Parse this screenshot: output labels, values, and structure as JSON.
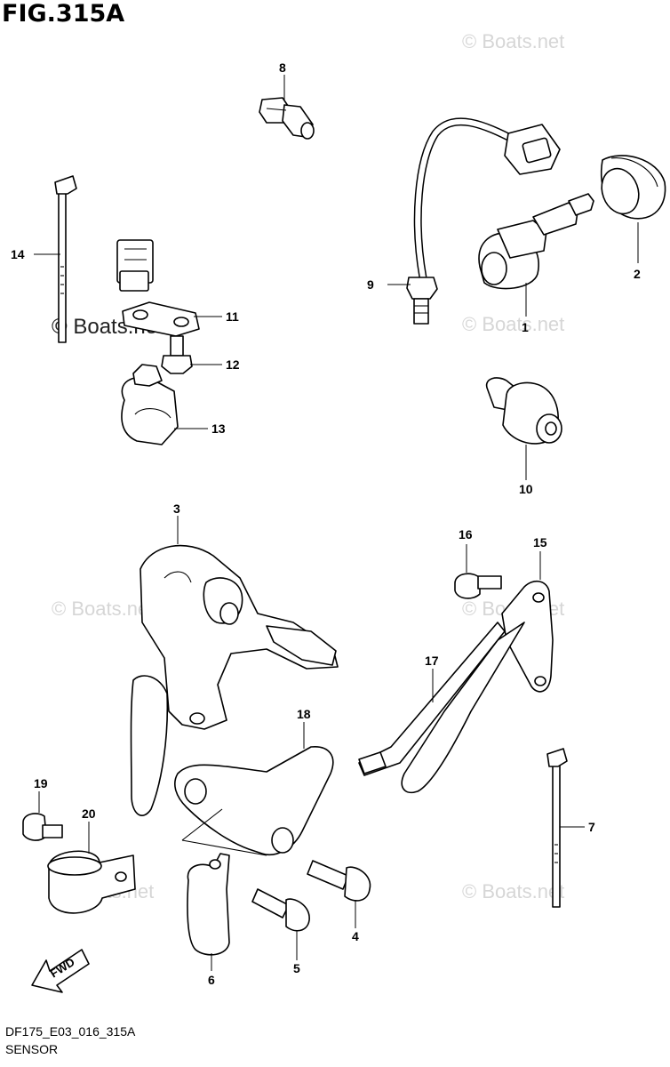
{
  "figure": {
    "title": "FIG.315A",
    "code": "DF175_E03_016_315A",
    "name": "SENSOR"
  },
  "watermarks": {
    "light": "© Boats.net",
    "dark": "© Boats.net"
  },
  "callouts": [
    "1",
    "2",
    "3",
    "4",
    "5",
    "6",
    "7",
    "8",
    "9",
    "10",
    "11",
    "12",
    "13",
    "14",
    "15",
    "16",
    "17",
    "18",
    "19",
    "20"
  ],
  "badges": {
    "fwd": "FWD"
  }
}
